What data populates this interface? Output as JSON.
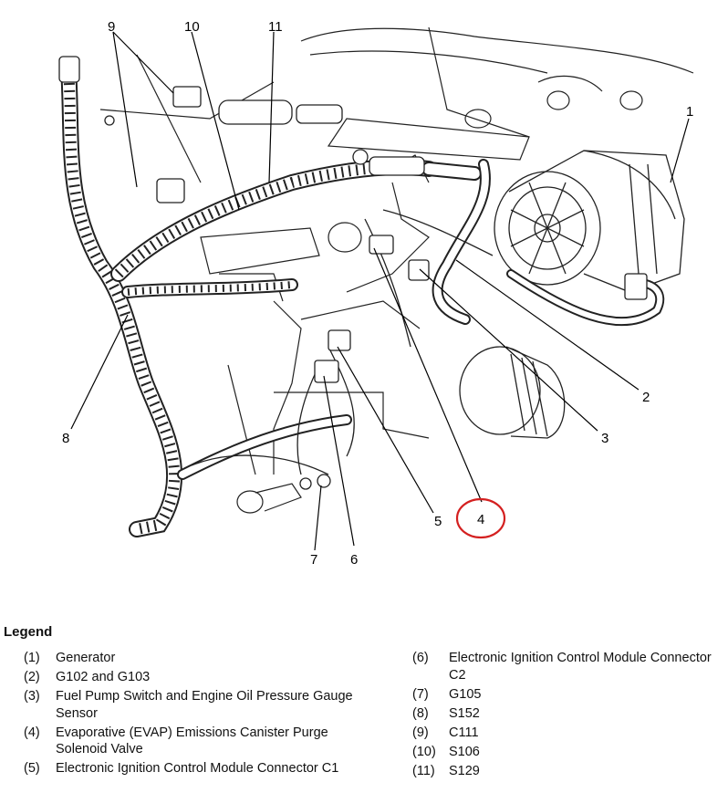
{
  "callouts": [
    "1",
    "2",
    "3",
    "4",
    "5",
    "6",
    "7",
    "8",
    "9",
    "10",
    "11"
  ],
  "highlight_color": "#d42020",
  "legend": {
    "title": "Legend",
    "items": [
      {
        "num": "(1)",
        "text": "Generator"
      },
      {
        "num": "(2)",
        "text": "G102 and G103"
      },
      {
        "num": "(3)",
        "text": "Fuel Pump Switch and Engine Oil Pressure Gauge Sensor"
      },
      {
        "num": "(4)",
        "text": "Evaporative (EVAP) Emissions Canister Purge Solenoid Valve"
      },
      {
        "num": "(5)",
        "text": "Electronic Ignition Control Module Connector C1"
      },
      {
        "num": "(6)",
        "text": "Electronic Ignition Control Module Connector C2"
      },
      {
        "num": "(7)",
        "text": "G105"
      },
      {
        "num": "(8)",
        "text": "S152"
      },
      {
        "num": "(9)",
        "text": "C111"
      },
      {
        "num": "(10)",
        "text": "S106"
      },
      {
        "num": "(11)",
        "text": "S129"
      }
    ]
  }
}
